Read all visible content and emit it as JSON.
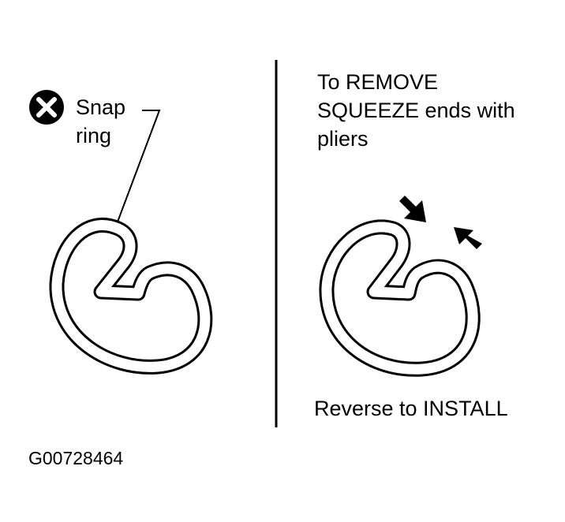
{
  "left_panel": {
    "callout_marker_icon": "circled-x-icon",
    "label_lines": [
      "Snap",
      "ring"
    ]
  },
  "right_panel": {
    "instruction_lines": [
      "To REMOVE",
      "SQUEEZE ends with",
      "pliers"
    ],
    "install_note": "Reverse to INSTALL",
    "squeeze_arrows_icon": "arrow-icon"
  },
  "figure_id": "G00728464",
  "colors": {
    "ink": "#000000",
    "paper": "#ffffff"
  }
}
